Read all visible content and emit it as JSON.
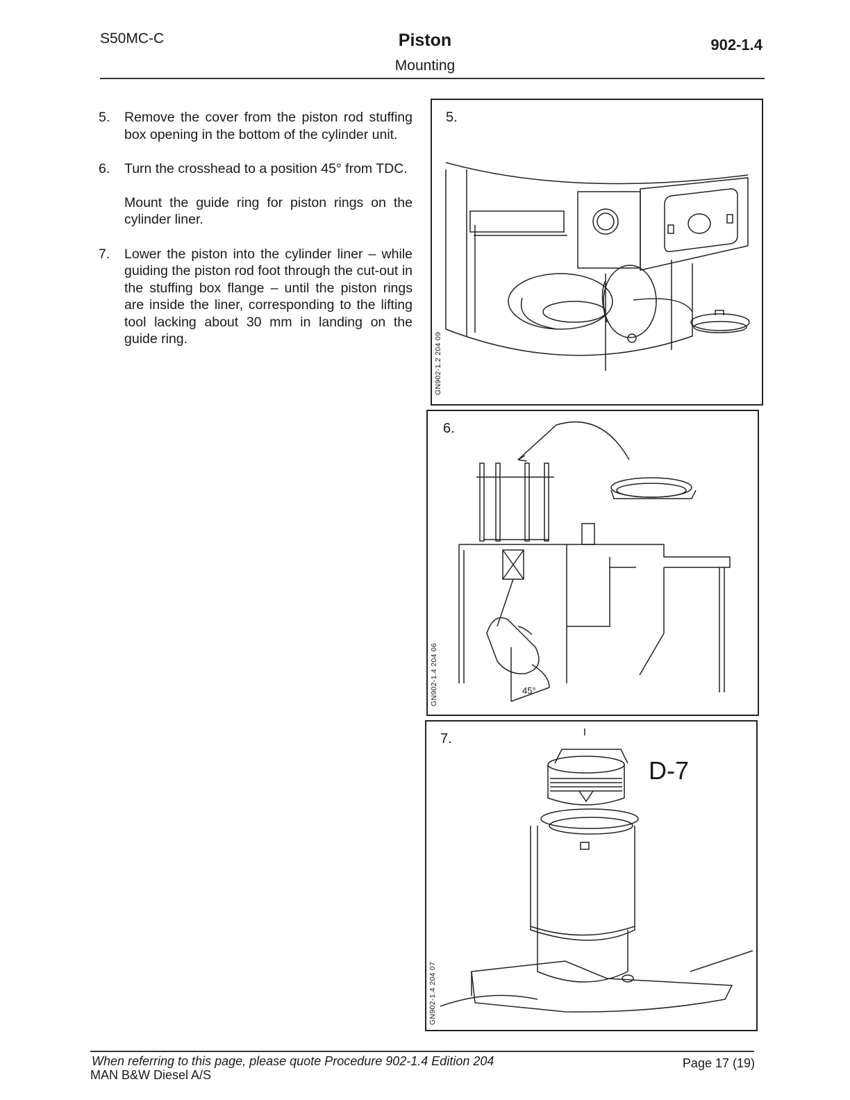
{
  "header": {
    "model": "S50MC-C",
    "title": "Piston",
    "subtitle": "Mounting",
    "procedure_no": "902-1.4"
  },
  "steps": [
    {
      "num": "5.",
      "paragraphs": [
        "Remove the cover from the piston rod stuffing box opening in the bottom of the cylinder unit."
      ]
    },
    {
      "num": "6.",
      "paragraphs": [
        "Turn the crosshead to a position 45° from TDC.",
        "Mount the guide ring for piston rings on the cylinder liner."
      ]
    },
    {
      "num": "7.",
      "paragraphs": [
        "Lower the piston into the cylinder liner – while guiding the piston rod foot through the cut-out in the stuffing box flange – until the piston rings are inside the liner, corresponding to the lifting tool lacking about 30 mm in landing on the guide ring."
      ]
    }
  ],
  "figures": [
    {
      "label": "5.",
      "code": "GN902-1.2 204 09"
    },
    {
      "label": "6.",
      "code": "GN902-1.4 204 06",
      "angle_label": "45°"
    },
    {
      "label": "7.",
      "code": "GN902-1.4 204 07",
      "tag": "D-7"
    }
  ],
  "footer": {
    "reference": "When referring to this page, please quote Procedure 902-1.4 Edition 204",
    "page": "Page 17 (19)",
    "company": "MAN B&W Diesel A/S"
  }
}
